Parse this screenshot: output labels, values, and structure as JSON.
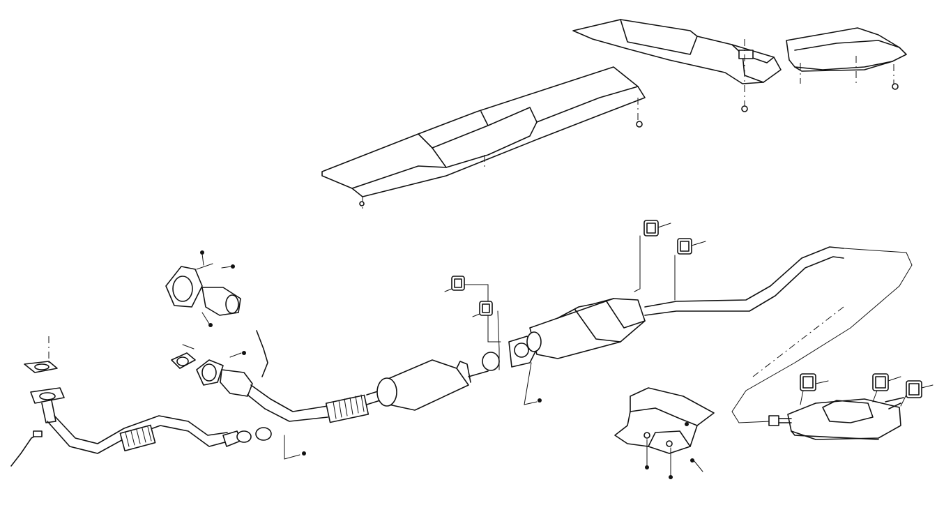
{
  "diagram": {
    "type": "exploded-parts-drawing",
    "subject": "exhaust system",
    "colors": {
      "line": "#111111",
      "background": "#ffffff"
    },
    "parts": [
      "heat-shield-center",
      "heat-shield-rear-tunnel",
      "heat-shield-rear-cover",
      "heat-shield-muffler",
      "front-exhaust-pipe",
      "flex-joint-front",
      "flex-joint-mid",
      "front-catalytic-converter-upper",
      "front-catalytic-converter-lower",
      "resonator",
      "catalytic-converter",
      "intermediate-pipe",
      "muffler",
      "gasket",
      "rubber-hanger",
      "oxygen-sensor",
      "bolt",
      "nut"
    ]
  }
}
